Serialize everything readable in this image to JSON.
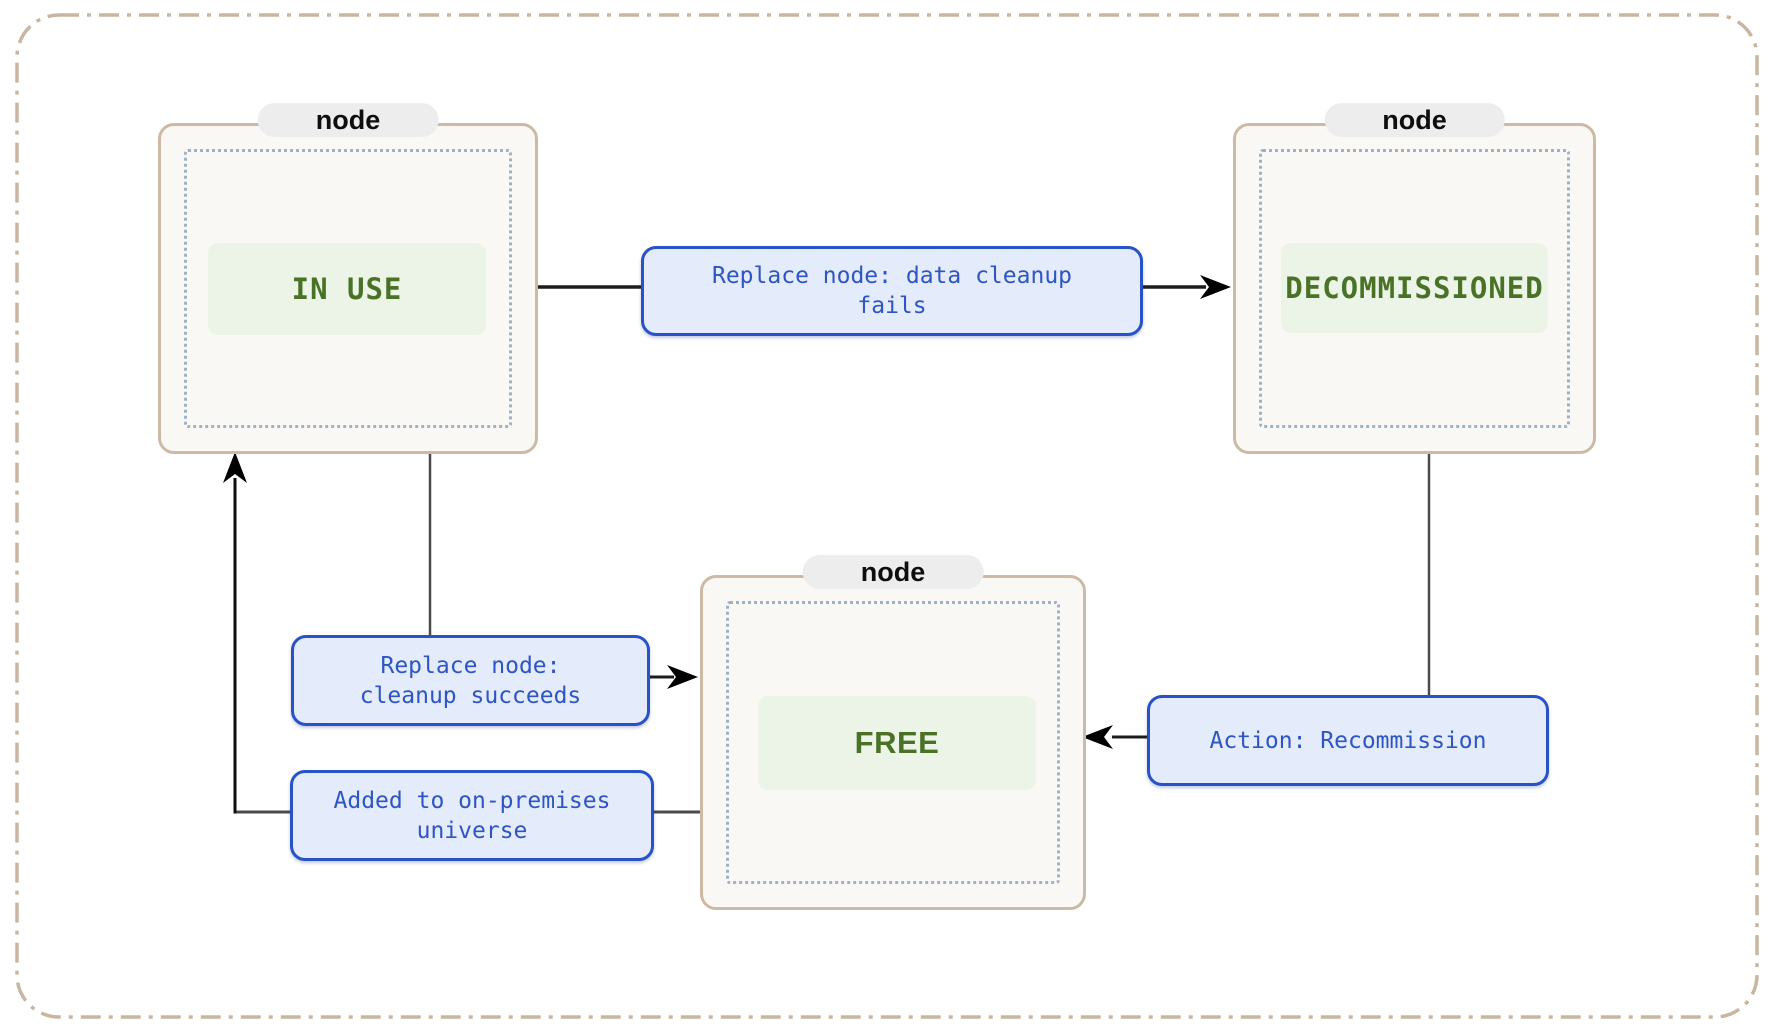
{
  "diagram": {
    "type": "state-flow-diagram",
    "nodes": [
      {
        "tag": "node",
        "state": "IN USE"
      },
      {
        "tag": "node",
        "state": "DECOMMISSIONED"
      },
      {
        "tag": "node",
        "state": "FREE"
      }
    ],
    "edges": [
      {
        "from": "IN USE",
        "to": "DECOMMISSIONED",
        "label": "Replace node: data cleanup fails"
      },
      {
        "from": "IN USE",
        "to": "FREE",
        "label": "Replace node: cleanup succeeds"
      },
      {
        "from": "DECOMMISSIONED",
        "to": "FREE",
        "label": "Action: Recommission"
      },
      {
        "from": "FREE",
        "to": "IN USE",
        "label": "Added to on-premises universe"
      }
    ],
    "colors": {
      "outer_border": "#c9b5a0",
      "node_border": "#cdbaa4",
      "node_fill": "#faf8f5",
      "node_tag_fill": "#ededed",
      "inner_dotted": "#9fb2c5",
      "state_fill": "#ebf4e7",
      "state_text": "#497227",
      "edge_label_fill": "#e4ebfa",
      "edge_label_border": "#2852c8",
      "edge_label_text": "#2d55c3",
      "edge_line": "#3a3a3a",
      "arrowhead": "#000000"
    }
  }
}
